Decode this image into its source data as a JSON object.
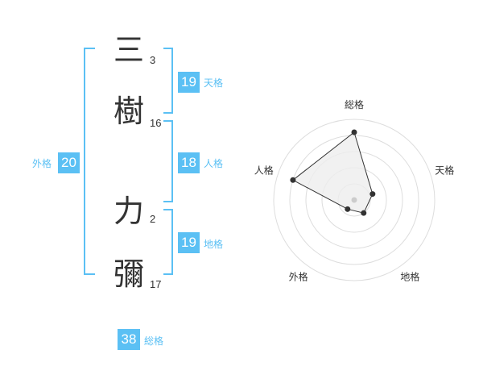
{
  "name_chars": [
    {
      "char": "三",
      "strokes": "3"
    },
    {
      "char": "樹",
      "strokes": "16"
    },
    {
      "char": "力",
      "strokes": "2"
    },
    {
      "char": "彌",
      "strokes": "17"
    }
  ],
  "fortunes": {
    "tenkaku": {
      "value": "19",
      "label": "天格"
    },
    "jinkaku": {
      "value": "18",
      "label": "人格"
    },
    "chikaku": {
      "value": "19",
      "label": "地格"
    },
    "gaikaku": {
      "value": "20",
      "label": "外格"
    },
    "soukaku": {
      "value": "38",
      "label": "総格"
    }
  },
  "colors": {
    "accent": "#5bc0f4",
    "text": "#333333",
    "radar_fill": "#eeeeee"
  },
  "chart_data": {
    "type": "radar",
    "axes": [
      "総格",
      "天格",
      "地格",
      "外格",
      "人格"
    ],
    "values": [
      4.2,
      1.2,
      1.0,
      0.7,
      4.0
    ],
    "rmax": 5,
    "rings": 5
  }
}
